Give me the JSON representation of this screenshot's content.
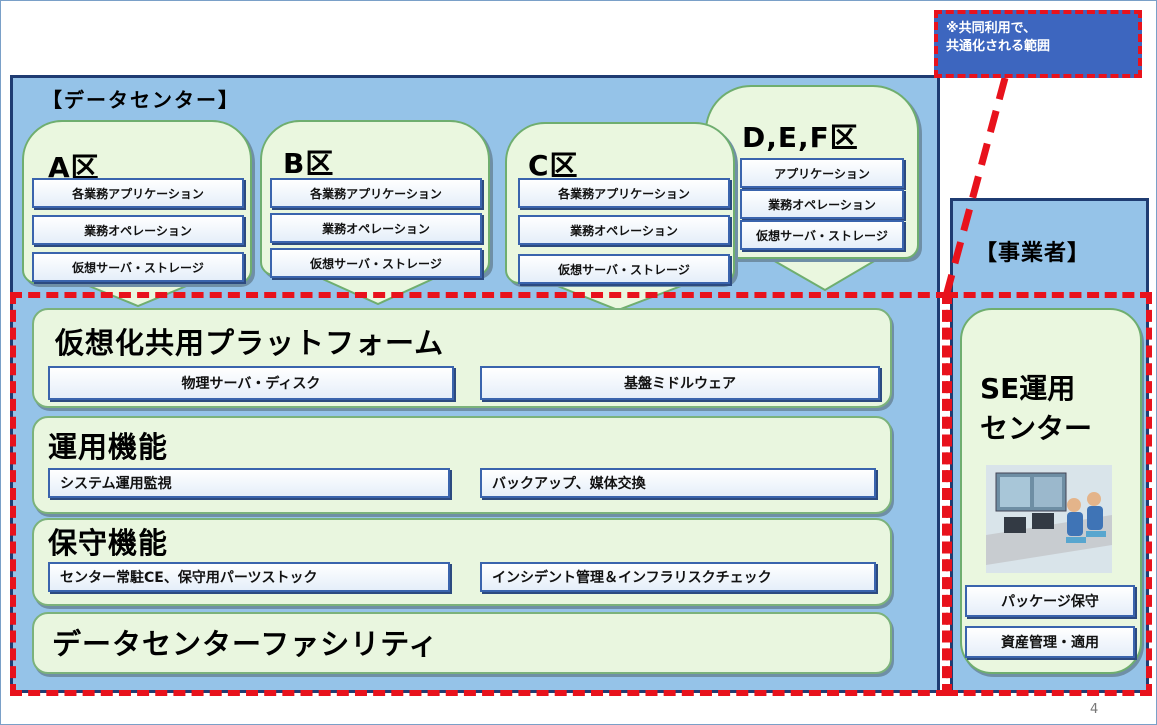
{
  "data_center": {
    "title": "【データセンター】",
    "zones": [
      {
        "name": "A区",
        "items": [
          "各業務アプリケーション",
          "業務オペレーション",
          "仮想サーバ・ストレージ"
        ]
      },
      {
        "name": "B区",
        "items": [
          "各業務アプリケーション",
          "業務オペレーション",
          "仮想サーバ・ストレージ"
        ]
      },
      {
        "name": "C区",
        "items": [
          "各業務アプリケーション",
          "業務オペレーション",
          "仮想サーバ・ストレージ"
        ]
      },
      {
        "name": "D,E,F区",
        "items": [
          "アプリケーション",
          "業務オペレーション",
          "仮想サーバ・ストレージ"
        ]
      }
    ],
    "layers": [
      {
        "title": "仮想化共用プラットフォーム",
        "items": [
          "物理サーバ・ディスク",
          "基盤ミドルウェア"
        ]
      },
      {
        "title": "運用機能",
        "items": [
          "システム運用監視",
          "バックアップ、媒体交換"
        ]
      },
      {
        "title": "保守機能",
        "items": [
          "センター常駐CE、保守用パーツストック",
          "インシデント管理＆インフラリスクチェック"
        ]
      },
      {
        "title": "データセンターファシリティ"
      }
    ]
  },
  "operator": {
    "title": "【事業者】",
    "center_title": [
      "SE運用",
      "センター"
    ],
    "items": [
      "パッケージ保守",
      "資産管理・適用"
    ]
  },
  "note": {
    "lines": [
      "※共同利用で、",
      "共通化される範囲"
    ]
  },
  "page_number": "4",
  "colors": {
    "panel": "#95c3e8",
    "dash": "#e8121c",
    "note_bg": "#3d66bf",
    "zone_bg": "#eaf7df"
  }
}
